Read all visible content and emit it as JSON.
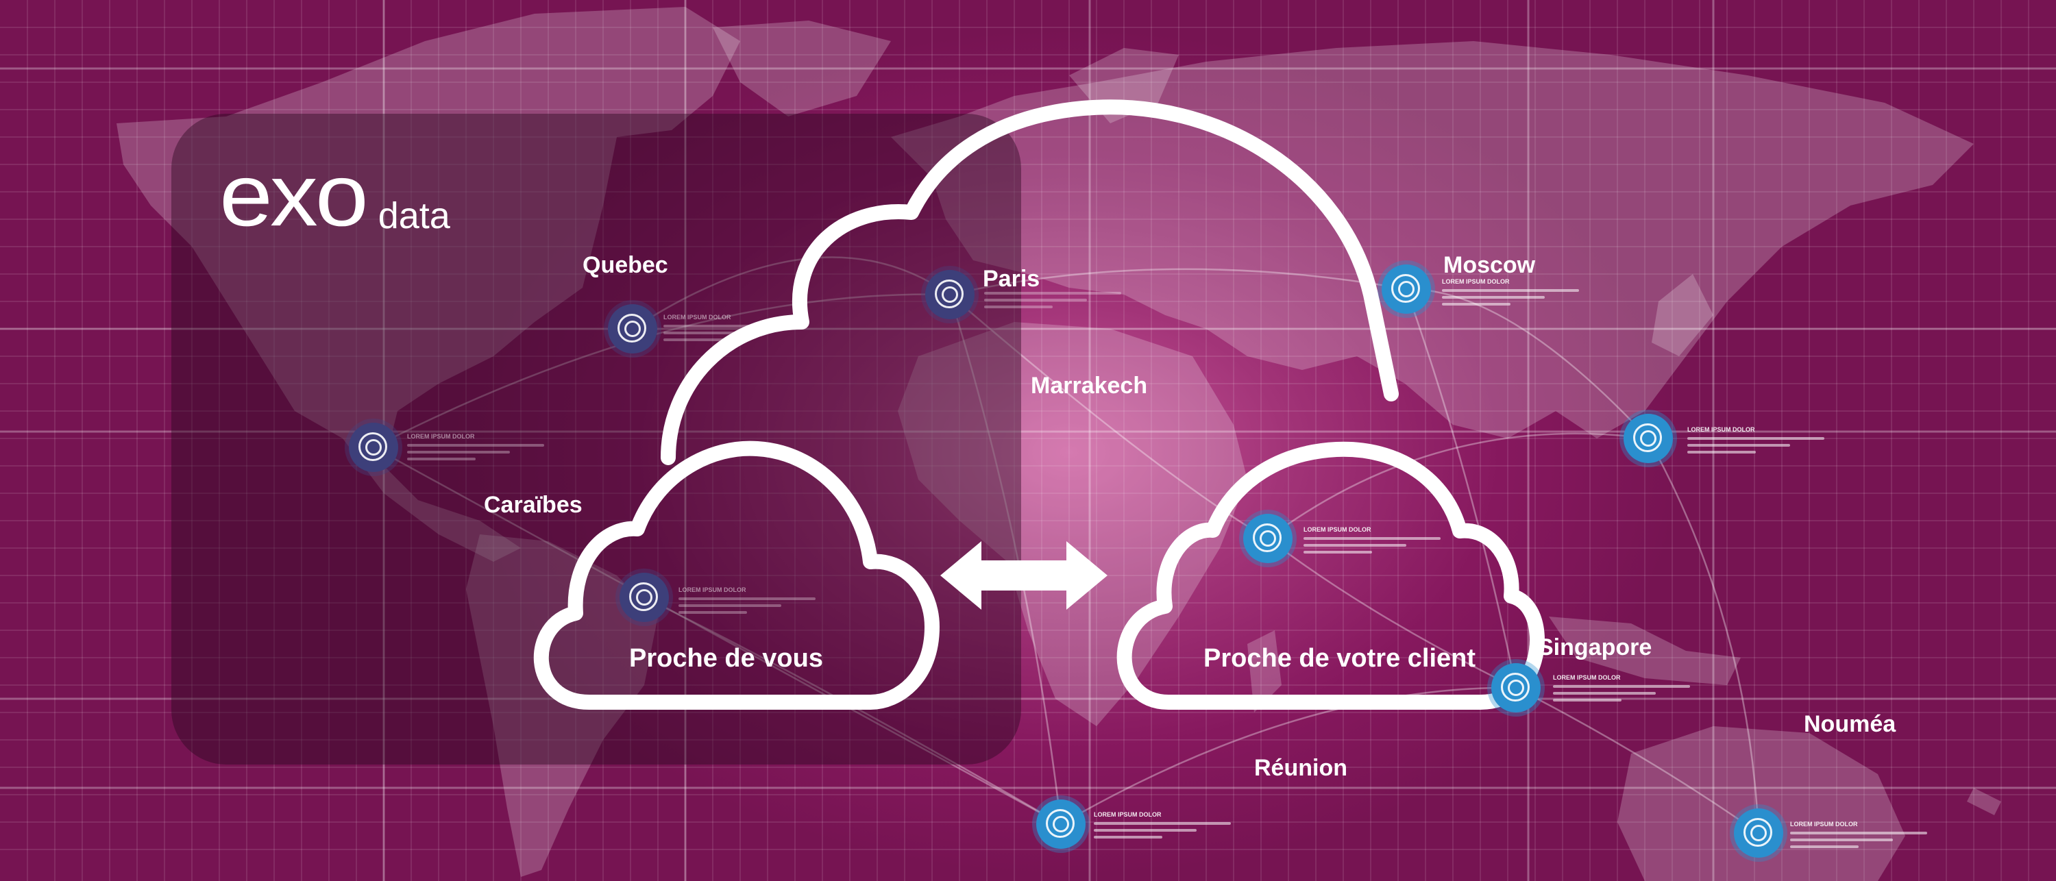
{
  "brand": {
    "logo_main": "exo",
    "logo_sub": "data"
  },
  "clouds": {
    "left_label": "Proche de vous",
    "right_label": "Proche de votre client"
  },
  "cities": {
    "quebec": "Quebec",
    "paris": "Paris",
    "moscow": "Moscow",
    "marrakech": "Marrakech",
    "caraibes": "Caraïbes",
    "singapore": "Singapore",
    "noumea": "Nouméa",
    "reunion": "Réunion"
  },
  "pin_label": "LOREM IPSUM DOLOR",
  "icons": [
    "cloud-icon",
    "double-arrow-icon",
    "location-pin-icon"
  ],
  "colors": {
    "background": "#86185e",
    "pin_blue": "#2a8fce",
    "pin_dim": "#3d3f7a",
    "cloud_stroke": "#ffffff"
  }
}
